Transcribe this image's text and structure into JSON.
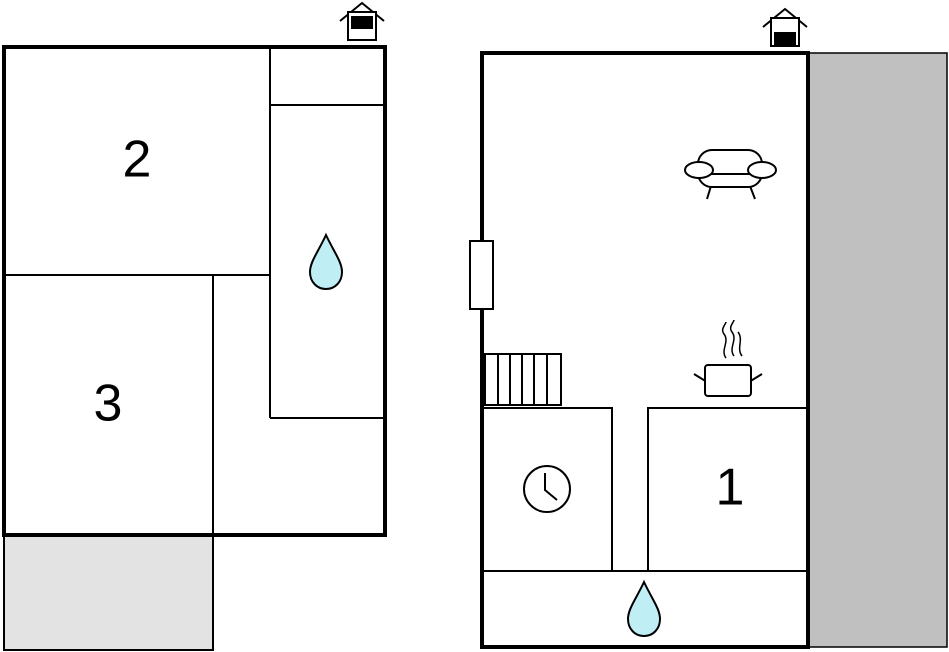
{
  "floorplan": {
    "rooms": [
      {
        "number": "2"
      },
      {
        "number": "3"
      },
      {
        "number": "1"
      }
    ],
    "icons": [
      "house-entrance-icon",
      "water-drop-icon",
      "sofa-icon",
      "cooking-pot-icon",
      "staircase-icon",
      "clock-icon"
    ],
    "colors": {
      "wall": "#000000",
      "water": "#bfeff5",
      "terrace": "#e3e3e3",
      "outbuilding": "#c0c0c0"
    }
  }
}
